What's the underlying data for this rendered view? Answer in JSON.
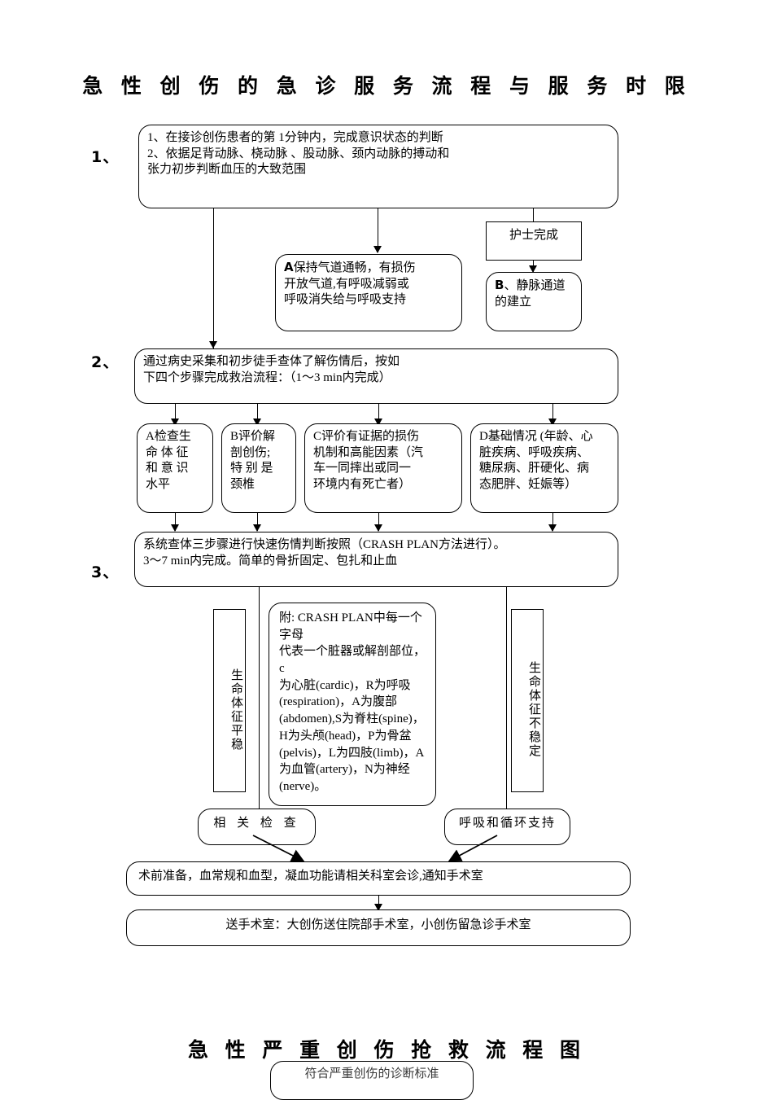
{
  "document": {
    "title_top": "急 性 创 伤 的 急 诊 服 务 流 程 与 服 务 时 限",
    "title_bottom": "急 性 严 重 创 伤 抢 救 流 程 图"
  },
  "step_labels": {
    "one": "1、",
    "two": "2、",
    "three": "3、"
  },
  "boxes": {
    "step1": {
      "line1": "1、在接诊创伤患者的第 1分钟内，完成意识状态的判断",
      "line2": "2、依据足背动脉、桡动脉 、股动脉、颈内动脉的搏动和",
      "line3": "张力初步判断血压的大致范围"
    },
    "airway": {
      "line1": "A保持气道通畅，有损伤",
      "line2": "开放气道,有呼吸减弱或",
      "line3": "呼吸消失给与呼吸支持",
      "lead": "A"
    },
    "nurse": {
      "label": "护士完成"
    },
    "iv_access": {
      "lead": "B",
      "line1": "B、静脉通道",
      "line2": "的建立"
    },
    "step2": {
      "line1": "通过病史采集和初步徒手查体了解伤情后，按如",
      "line2": "下四个步骤完成救治流程：（1～3 min内完成）"
    },
    "abcd": [
      {
        "lines": [
          "A检查生",
          "命 体 征",
          "和 意 识",
          "水平"
        ]
      },
      {
        "lines": [
          "B评价解",
          "剖创伤;",
          "特 别 是",
          "颈椎"
        ]
      },
      {
        "lines": [
          "C评价有证据的损伤",
          "机制和高能因素（汽",
          "车一同摔出或同一",
          "环境内有死亡者）"
        ]
      },
      {
        "lines": [
          "D基础情况 (年龄、心",
          "脏疾病、呼吸疾病、",
          "糖尿病、肝硬化、病",
          "态肥胖、妊娠等）"
        ]
      }
    ],
    "step3": {
      "line1": "系统查体三步骤进行快速伤情判断按照（CRASH PLAN方法进行）。",
      "line2": "3～7 min内完成。简单的骨折固定、包扎和止血"
    },
    "stable": {
      "label": "生命体征平稳"
    },
    "unstable": {
      "label": "生命体征不稳定"
    },
    "crash_plan": {
      "lines": [
        "附: CRASH PLAN中每一个字母",
        "代表一个脏器或解剖部位，c",
        "为心脏(cardic)，R为呼吸",
        "(respiration)，A为腹部",
        "(abdomen),S为脊柱(spine)，",
        "H为头颅(head)，P为骨盆",
        "(pelvis)，L为四肢(limb)，A",
        "为血管(artery)，N为神经",
        "(nerve)。"
      ]
    },
    "exams": {
      "label": "相 关 检 查"
    },
    "support": {
      "label": "呼吸和循环支持"
    },
    "preop": {
      "label": "术前准备，血常规和血型，凝血功能请相关科室会诊,通知手术室"
    },
    "to_or": {
      "label": "送手术室：大创伤送住院部手术室，小创伤留急诊手术室"
    },
    "criteria": {
      "label": "符合严重创伤的诊断标准"
    }
  },
  "colors": {
    "ink": "#000000",
    "paper": "#ffffff"
  }
}
